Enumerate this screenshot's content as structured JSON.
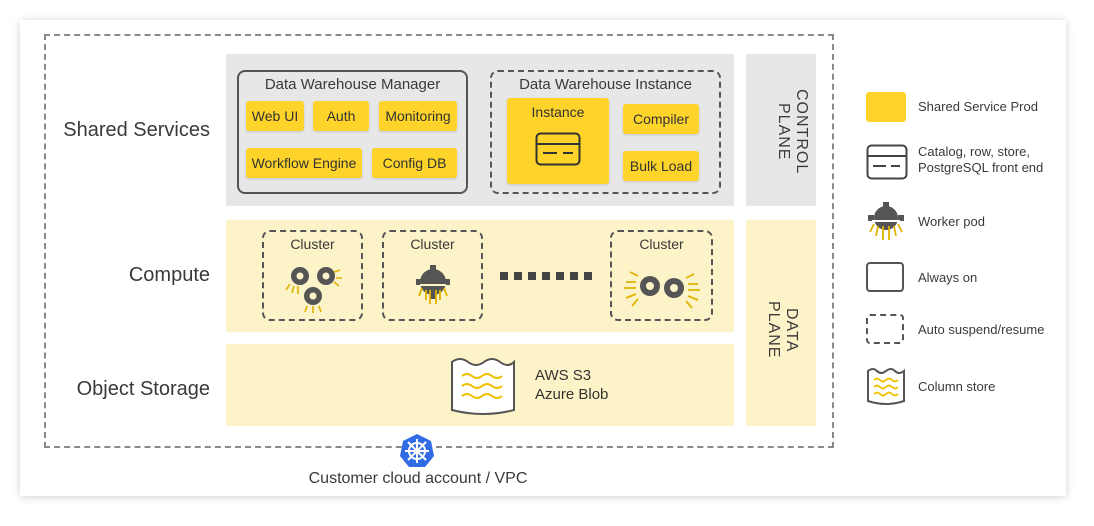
{
  "rows": {
    "shared": "Shared Services",
    "compute": "Compute",
    "storage": "Object Storage"
  },
  "planes": {
    "control": "CONTROL PLANE",
    "data": "DATA PLANE"
  },
  "manager": {
    "title": "Data Warehouse Manager",
    "chips": [
      "Web UI",
      "Auth",
      "Monitoring",
      "Workflow Engine",
      "Config DB"
    ]
  },
  "instance": {
    "title": "Data Warehouse Instance",
    "main": "Instance",
    "chips": [
      "Compiler",
      "Bulk Load"
    ]
  },
  "clusters": [
    "Cluster",
    "Cluster",
    "Cluster"
  ],
  "storage": {
    "line1": "AWS S3",
    "line2": "Azure Blob"
  },
  "footer": "Customer cloud account / VPC",
  "legend": {
    "shared_service_prod": "Shared Service Prod",
    "catalog": "Catalog, row, store, PostgreSQL front end",
    "worker_pod": "Worker pod",
    "always_on": "Always on",
    "auto_suspend": "Auto suspend/resume",
    "column_store": "Column store"
  },
  "colors": {
    "yellow": "#fed32a",
    "light_yellow": "#fdf3c8",
    "gray": "#e7e7e7",
    "kubernetes_blue": "#326ce5"
  },
  "icons": [
    "gear-icon",
    "kubernetes-icon",
    "column-store-icon",
    "catalog-icon"
  ]
}
